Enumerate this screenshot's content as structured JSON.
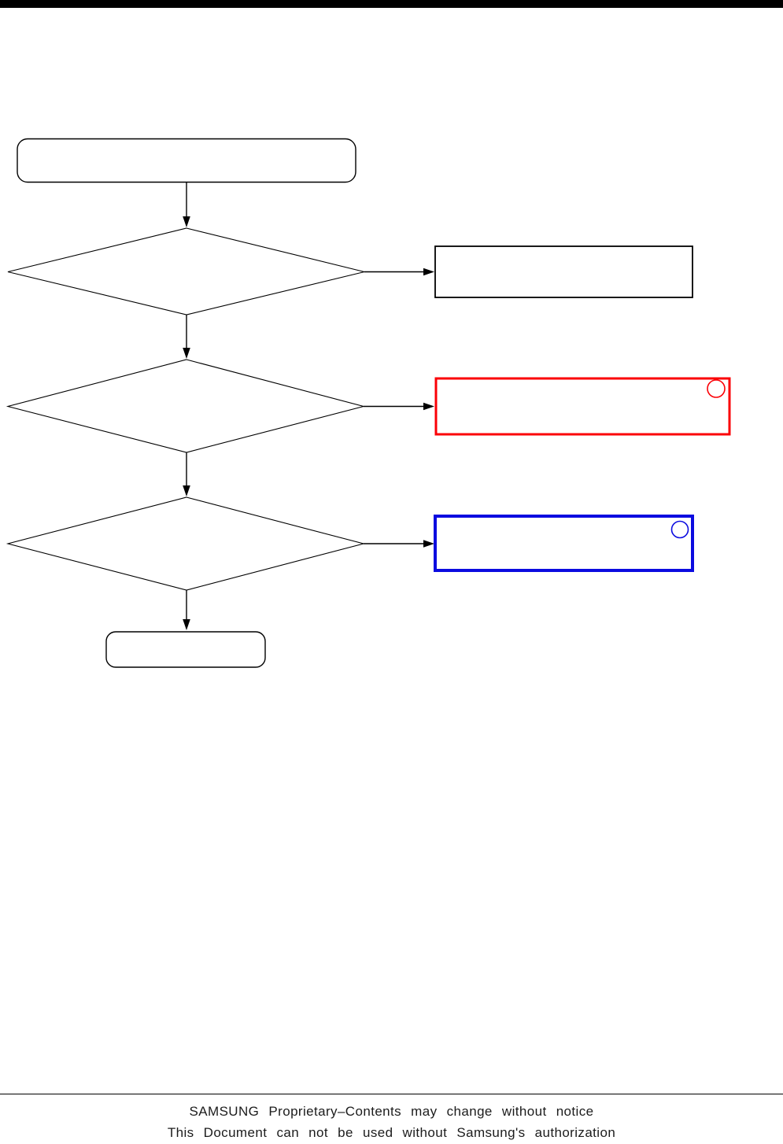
{
  "flowchart": {
    "colors": {
      "line": "#000000",
      "red": "#fb0006",
      "blue": "#0b0be0"
    },
    "nodes": [
      {
        "id": "start",
        "shape": "terminator",
        "label": ""
      },
      {
        "id": "decision-1",
        "shape": "decision",
        "label": ""
      },
      {
        "id": "result-1",
        "shape": "process",
        "label": "",
        "accent": "black"
      },
      {
        "id": "decision-2",
        "shape": "decision",
        "label": ""
      },
      {
        "id": "result-2",
        "shape": "process",
        "label": "",
        "accent": "red",
        "marker": "circle"
      },
      {
        "id": "decision-3",
        "shape": "decision",
        "label": ""
      },
      {
        "id": "result-3",
        "shape": "process",
        "label": "",
        "accent": "blue",
        "marker": "circle"
      },
      {
        "id": "end",
        "shape": "terminator",
        "label": ""
      }
    ]
  },
  "footer": {
    "line1": "SAMSUNG Proprietary–Contents may change without notice",
    "line2": "This Document can not be used without Samsung's authorization"
  }
}
